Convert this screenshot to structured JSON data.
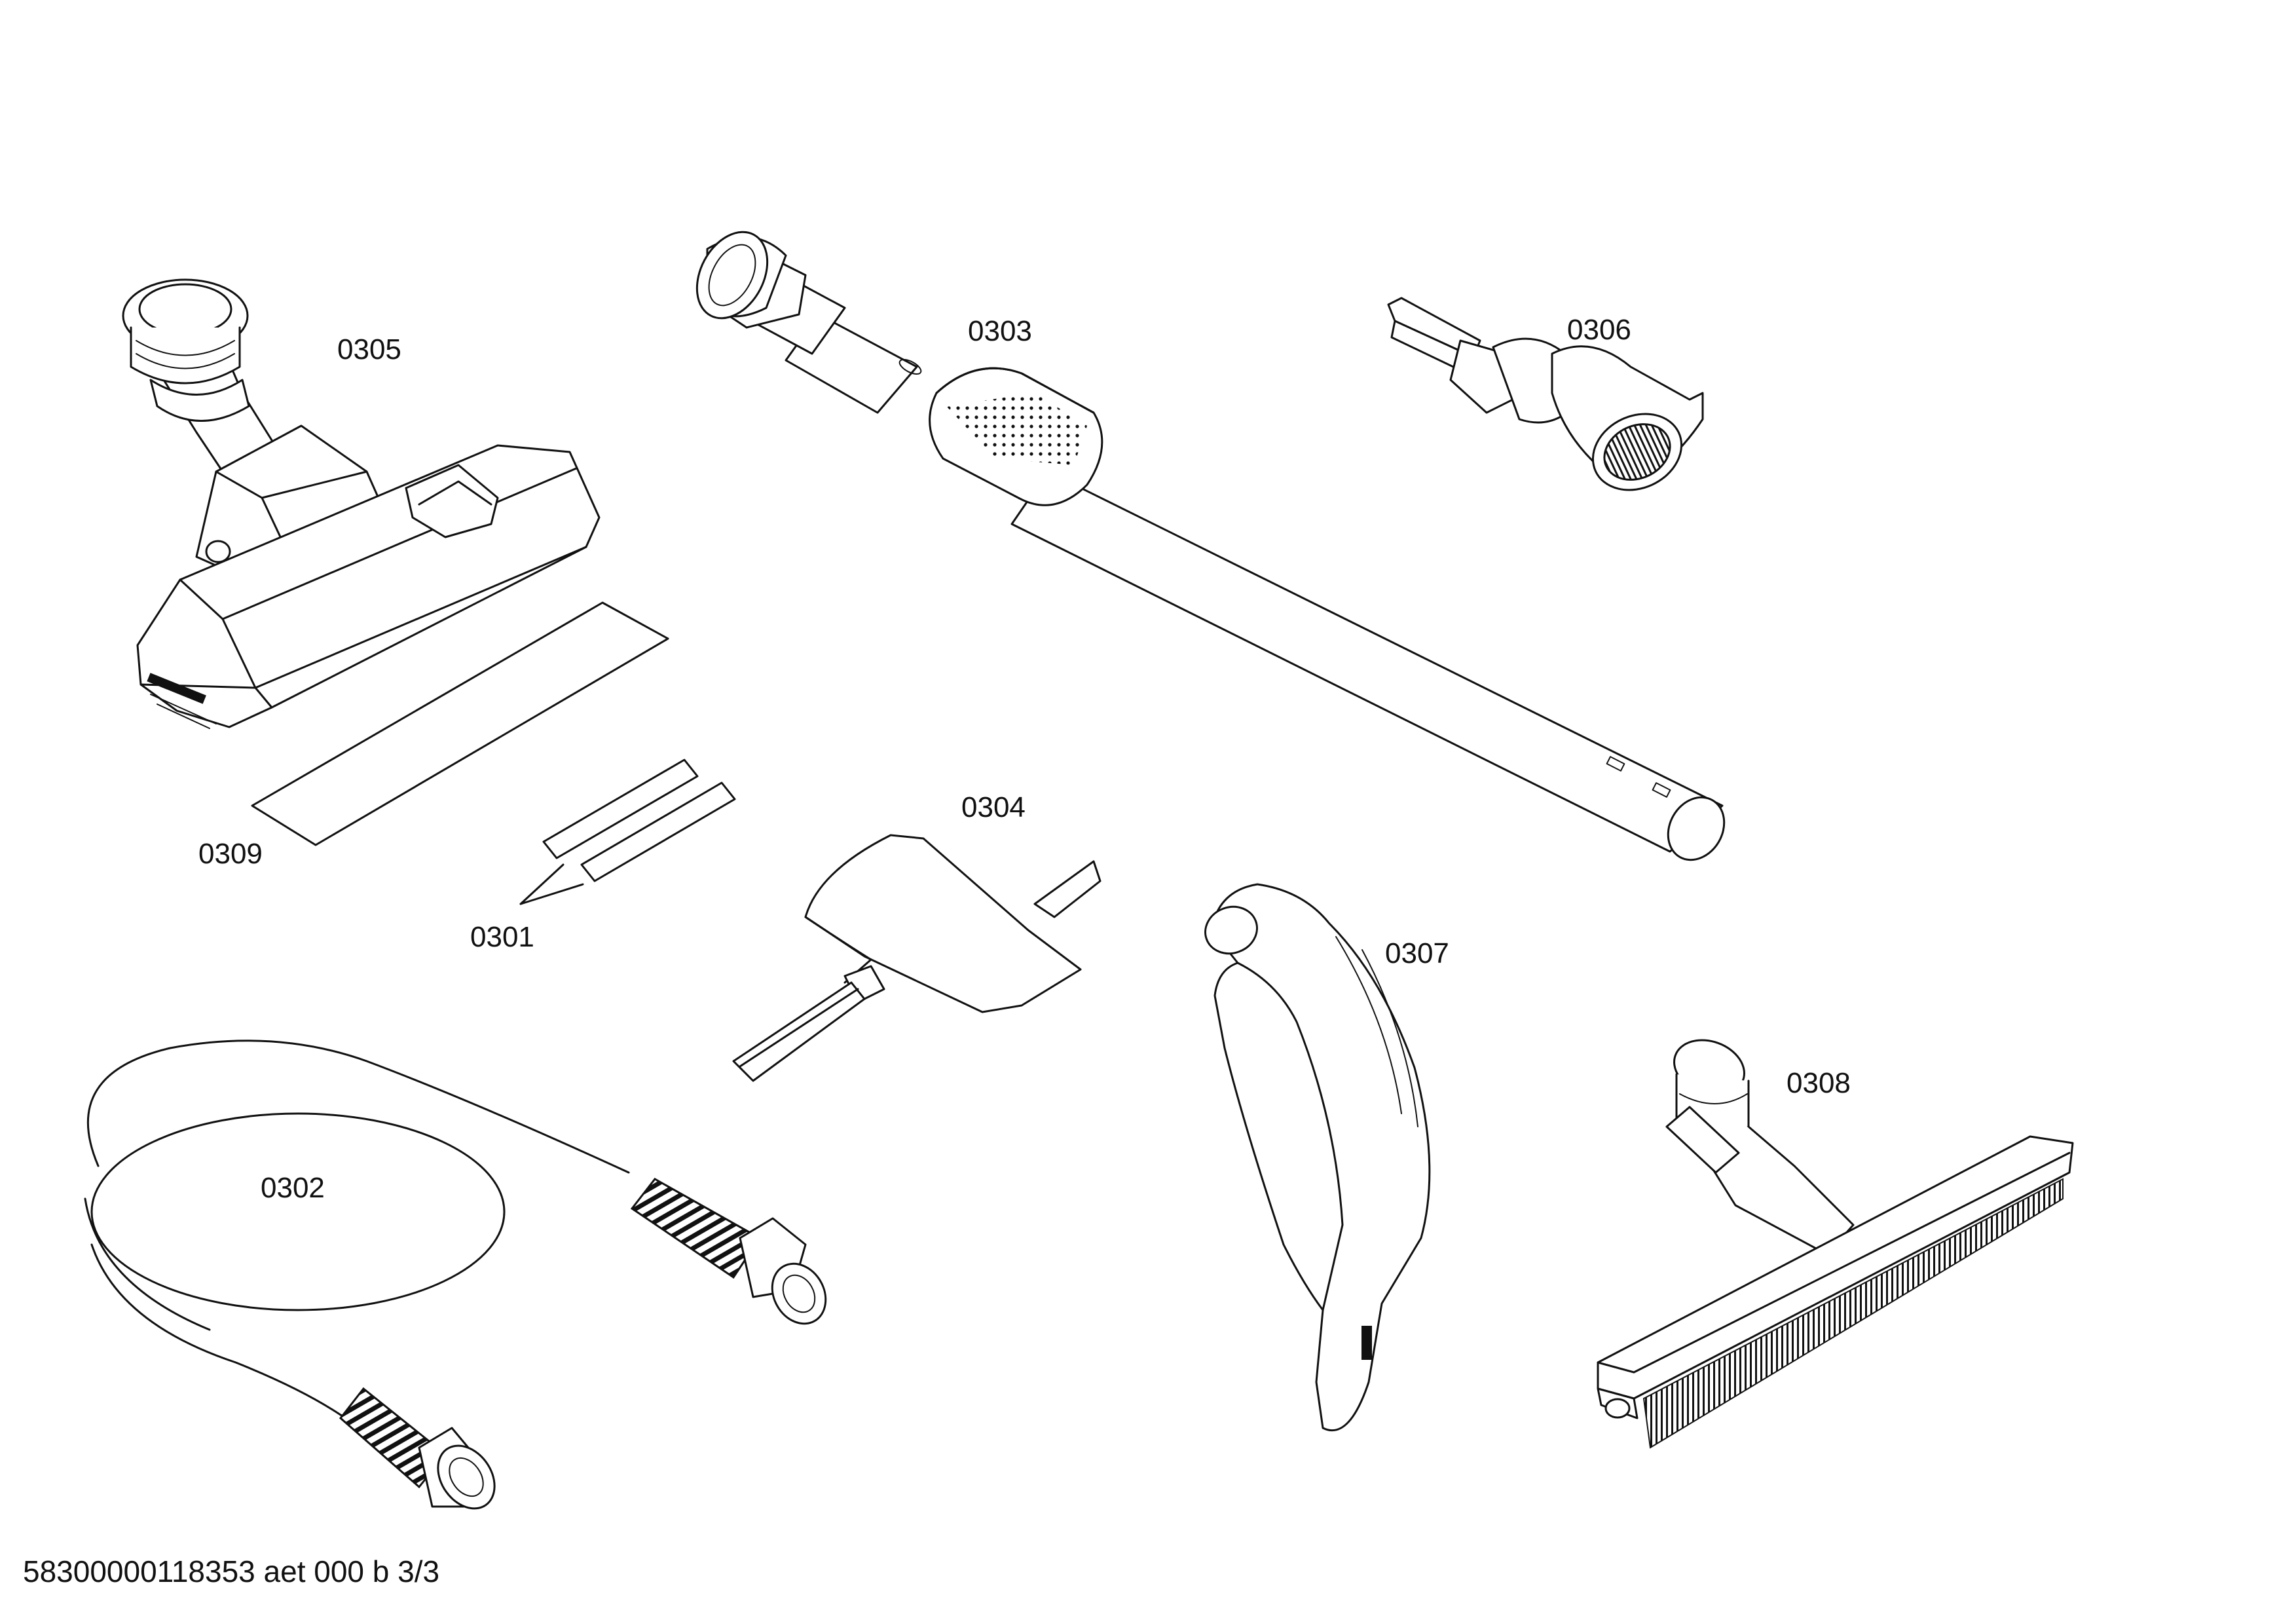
{
  "parts": {
    "p0301": "0301",
    "p0302": "0302",
    "p0303": "0303",
    "p0304": "0304",
    "p0305": "0305",
    "p0306": "0306",
    "p0307": "0307",
    "p0308": "0308",
    "p0309": "0309"
  },
  "footer": {
    "doc_id": "58300000118353 aet 000 b 3/3"
  }
}
